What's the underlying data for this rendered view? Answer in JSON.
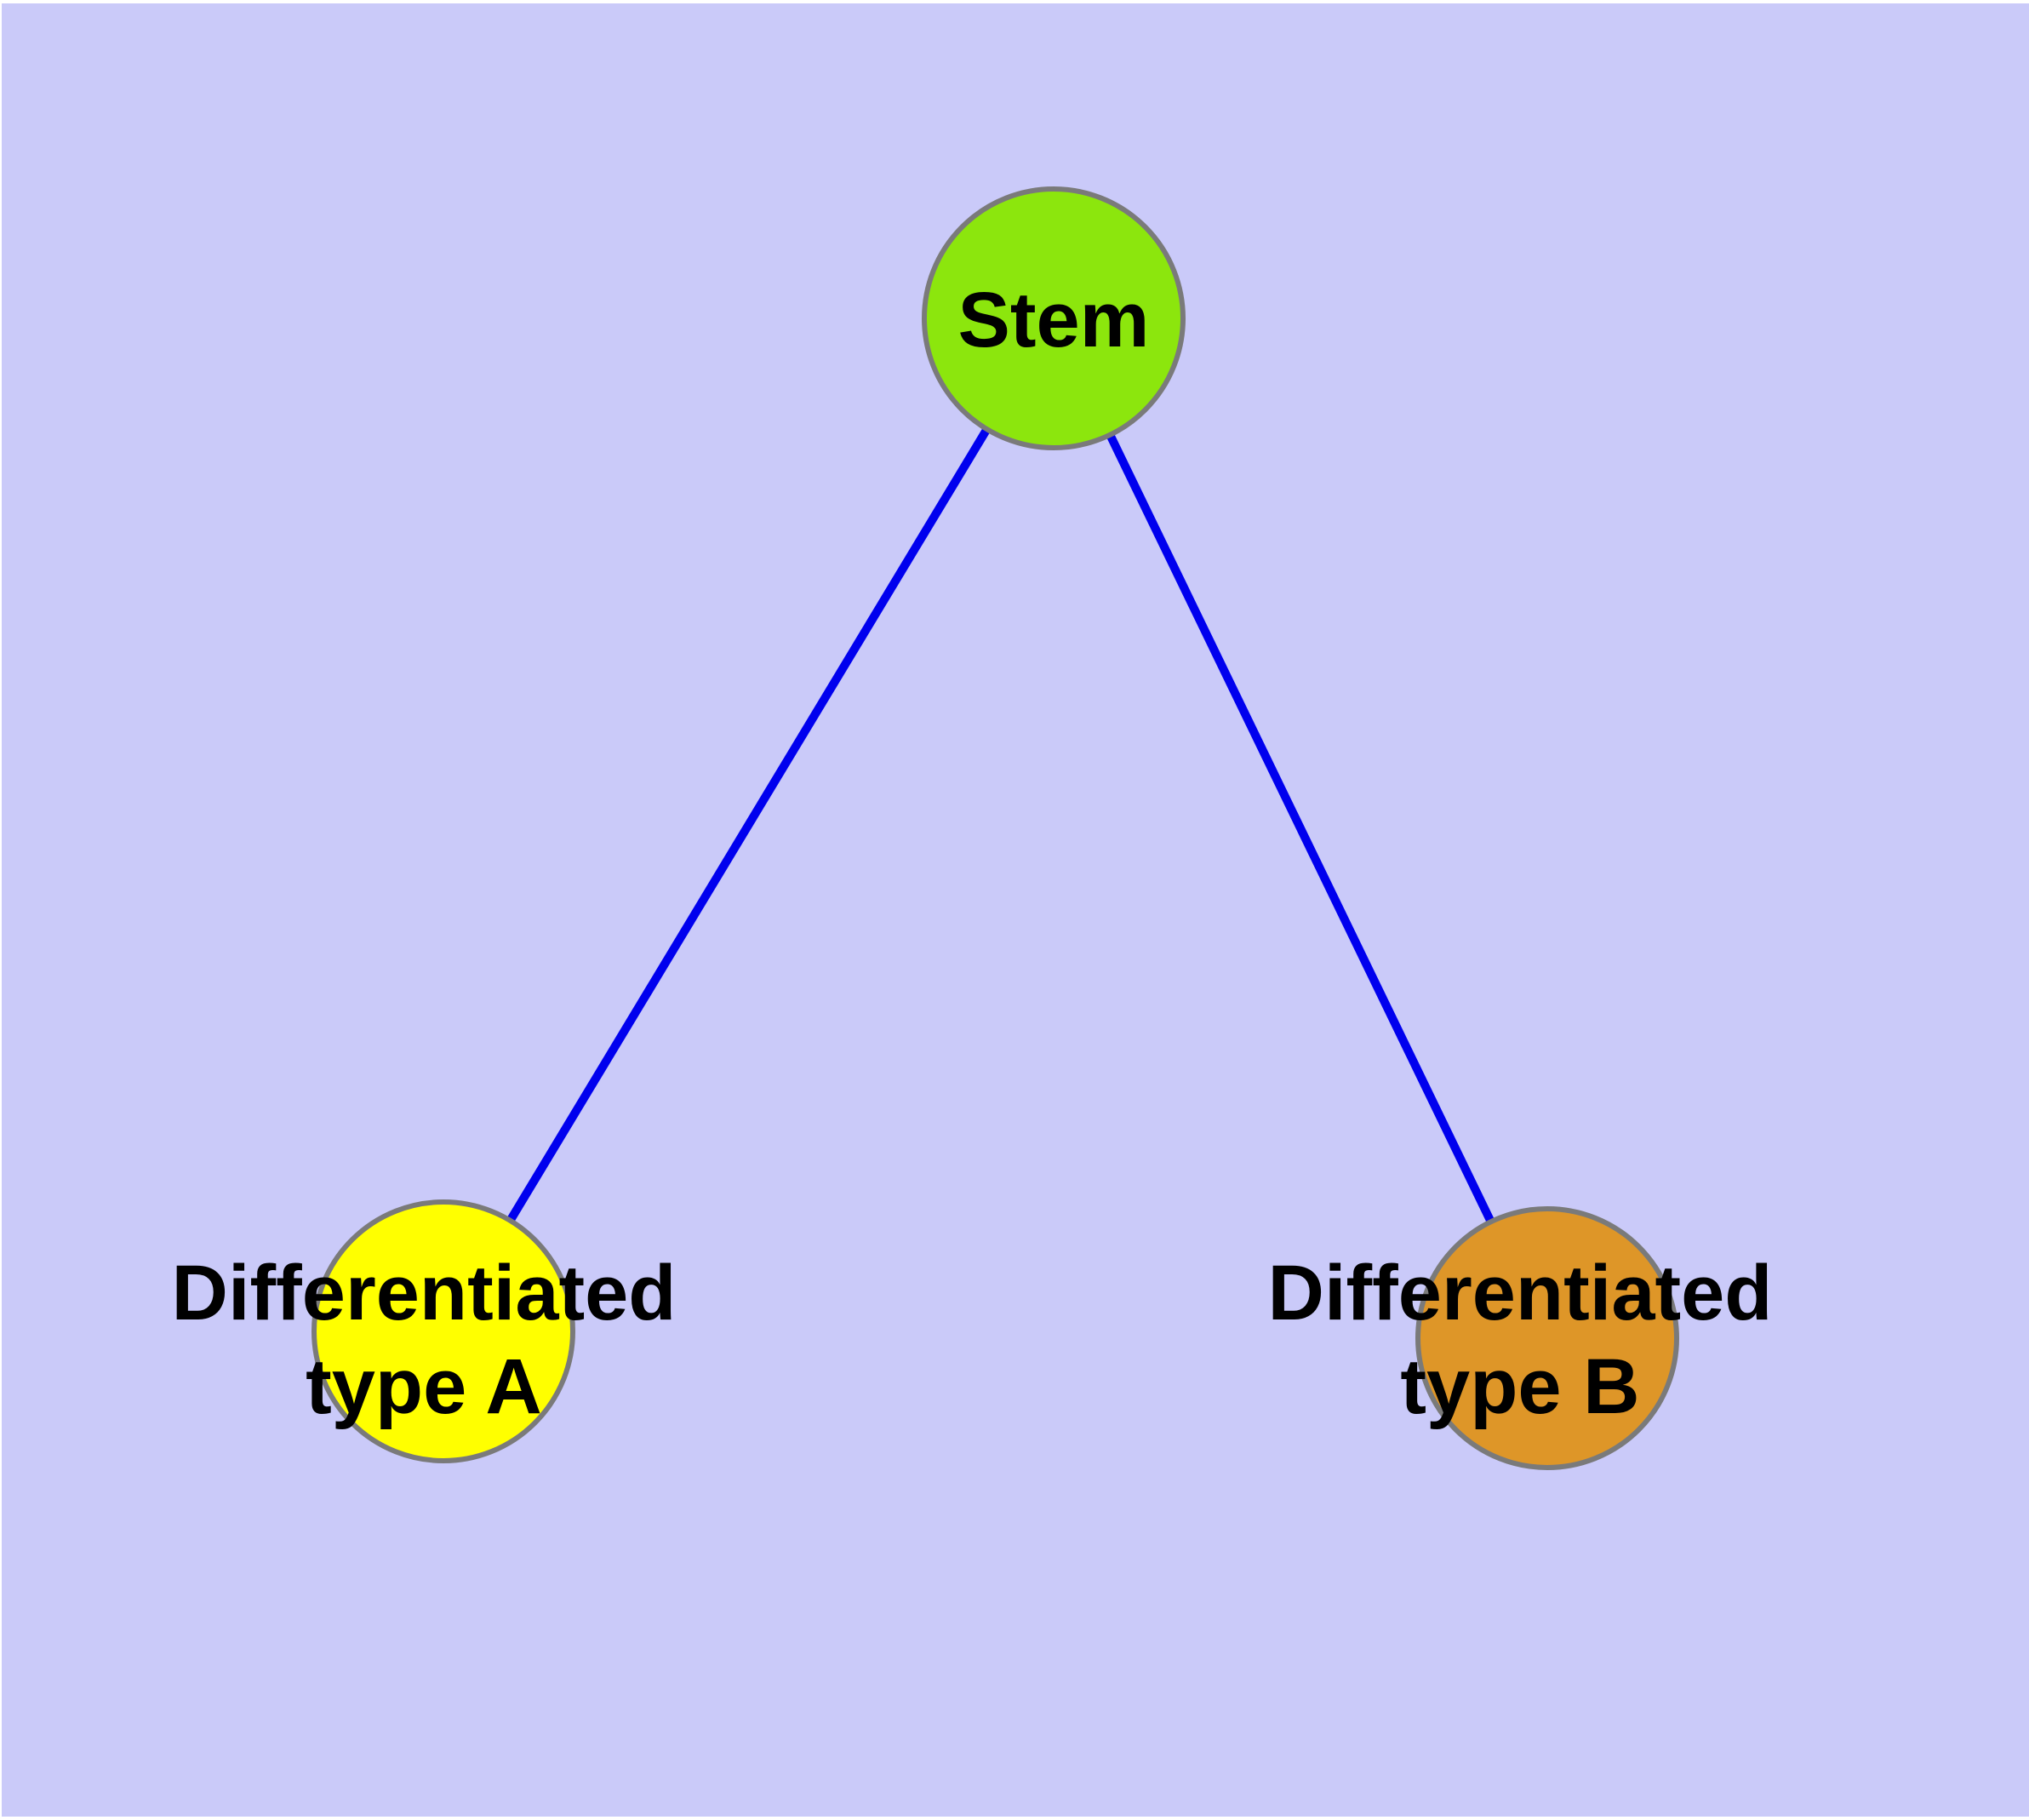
{
  "diagram": {
    "type": "graph",
    "background_color": "#cacaf9",
    "edge_color": "#0000ee",
    "node_border_color": "#7a7a7a",
    "label_color": "#000000",
    "nodes": {
      "stem": {
        "id": "stem",
        "label": "Stem",
        "color": "#8ce60d"
      },
      "type_a": {
        "id": "type_a",
        "label": "Differentiated type A",
        "line1": "Differentiated",
        "line2": "type A",
        "color": "#ffff00"
      },
      "type_b": {
        "id": "type_b",
        "label": "Differentiated type B",
        "line1": "Differentiated",
        "line2": "type B",
        "color": "#de9628"
      }
    },
    "edges": [
      {
        "from": "stem",
        "to": "type_a"
      },
      {
        "from": "stem",
        "to": "type_b"
      }
    ]
  }
}
